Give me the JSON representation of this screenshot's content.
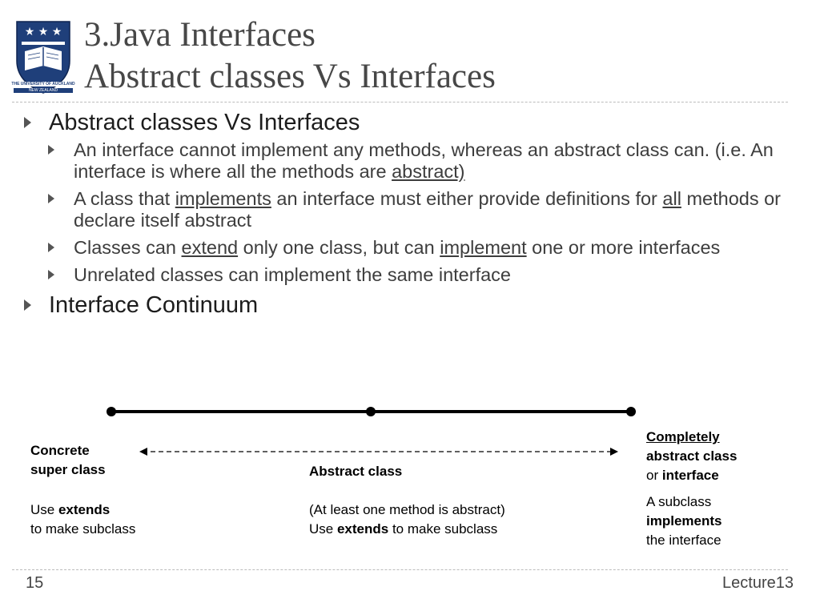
{
  "title": {
    "line1": "3.Java Interfaces",
    "line2": "Abstract classes Vs Interfaces"
  },
  "logo": {
    "text": "THE UNIVERSITY OF AUCKLAND",
    "subtext": "NEW ZEALAND"
  },
  "bullets": {
    "b1": "Abstract classes Vs Interfaces",
    "s1": {
      "a": "An interface cannot implement any methods, whereas an abstract class can. (i.e. An interface is where all the methods are ",
      "u": "abstract)"
    },
    "s2": {
      "a": "A class that ",
      "u1": "implements",
      "b": " an interface must either provide definitions for ",
      "u2": "all",
      "c": " methods or declare itself abstract"
    },
    "s3": {
      "a": "Classes can ",
      "u1": "extend",
      "b": " only one class, but can ",
      "u2": "implement",
      "c": " one or more interfaces"
    },
    "s4": "Unrelated classes can implement the same interface",
    "b2": "Interface Continuum"
  },
  "continuum": {
    "left": {
      "title1": "Concrete",
      "title2": "super class",
      "use": "Use ",
      "keyword": "extends",
      "tail": "to make subclass"
    },
    "middle": {
      "title": "Abstract class",
      "note": "(At least one method is abstract)",
      "use": "Use ",
      "keyword": "extends",
      "tail": " to make subclass"
    },
    "right": {
      "title1": "Completely",
      "title2": "abstract class",
      "or": "or ",
      "title3": "interface",
      "desc1": "A subclass",
      "keyword": "implements",
      "desc3": "the interface"
    }
  },
  "footer": {
    "page": "15",
    "lecture": "Lecture13"
  },
  "colors": {
    "title": "#474747",
    "rule": "#bcbcbc",
    "bullet_arrow": "#555555",
    "logo_blue": "#1f3f7a"
  }
}
